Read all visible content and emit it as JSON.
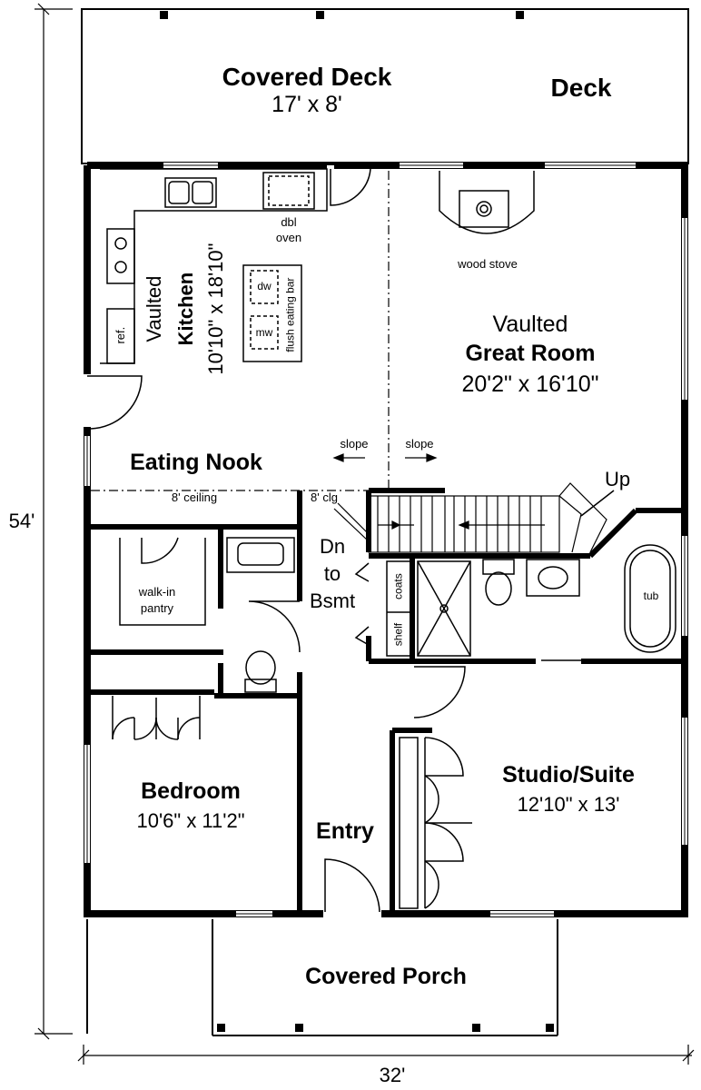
{
  "dimensions": {
    "height": "54'",
    "width": "32'"
  },
  "rooms": {
    "covered_deck": {
      "name": "Covered Deck",
      "size": "17' x 8'"
    },
    "deck": {
      "name": "Deck"
    },
    "kitchen": {
      "qualifier": "Vaulted",
      "name": "Kitchen",
      "size": "10'10\" x 18'10\""
    },
    "great_room": {
      "qualifier": "Vaulted",
      "name": "Great Room",
      "size": "20'2\" x 16'10\""
    },
    "eating_nook": {
      "name": "Eating Nook"
    },
    "bedroom": {
      "name": "Bedroom",
      "size": "10'6\" x 11'2\""
    },
    "studio": {
      "name": "Studio/Suite",
      "size": "12'10\" x 13'"
    },
    "entry": {
      "name": "Entry"
    },
    "covered_porch": {
      "name": "Covered Porch"
    },
    "pantry": {
      "line1": "walk-in",
      "line2": "pantry"
    }
  },
  "fixtures": {
    "dbl_oven_1": "dbl",
    "dbl_oven_2": "oven",
    "wood_stove": "wood stove",
    "dw": "dw",
    "mw": "mw",
    "eating_bar": "flush eating bar",
    "ref": "ref.",
    "tub": "tub",
    "coats": "coats",
    "shelf": "shelf"
  },
  "notes": {
    "slope_left": "slope",
    "slope_right": "slope",
    "ceiling_8": "8' ceiling",
    "clg_8": "8' clg",
    "up": "Up",
    "dn_1": "Dn",
    "dn_2": "to",
    "dn_3": "Bsmt"
  }
}
